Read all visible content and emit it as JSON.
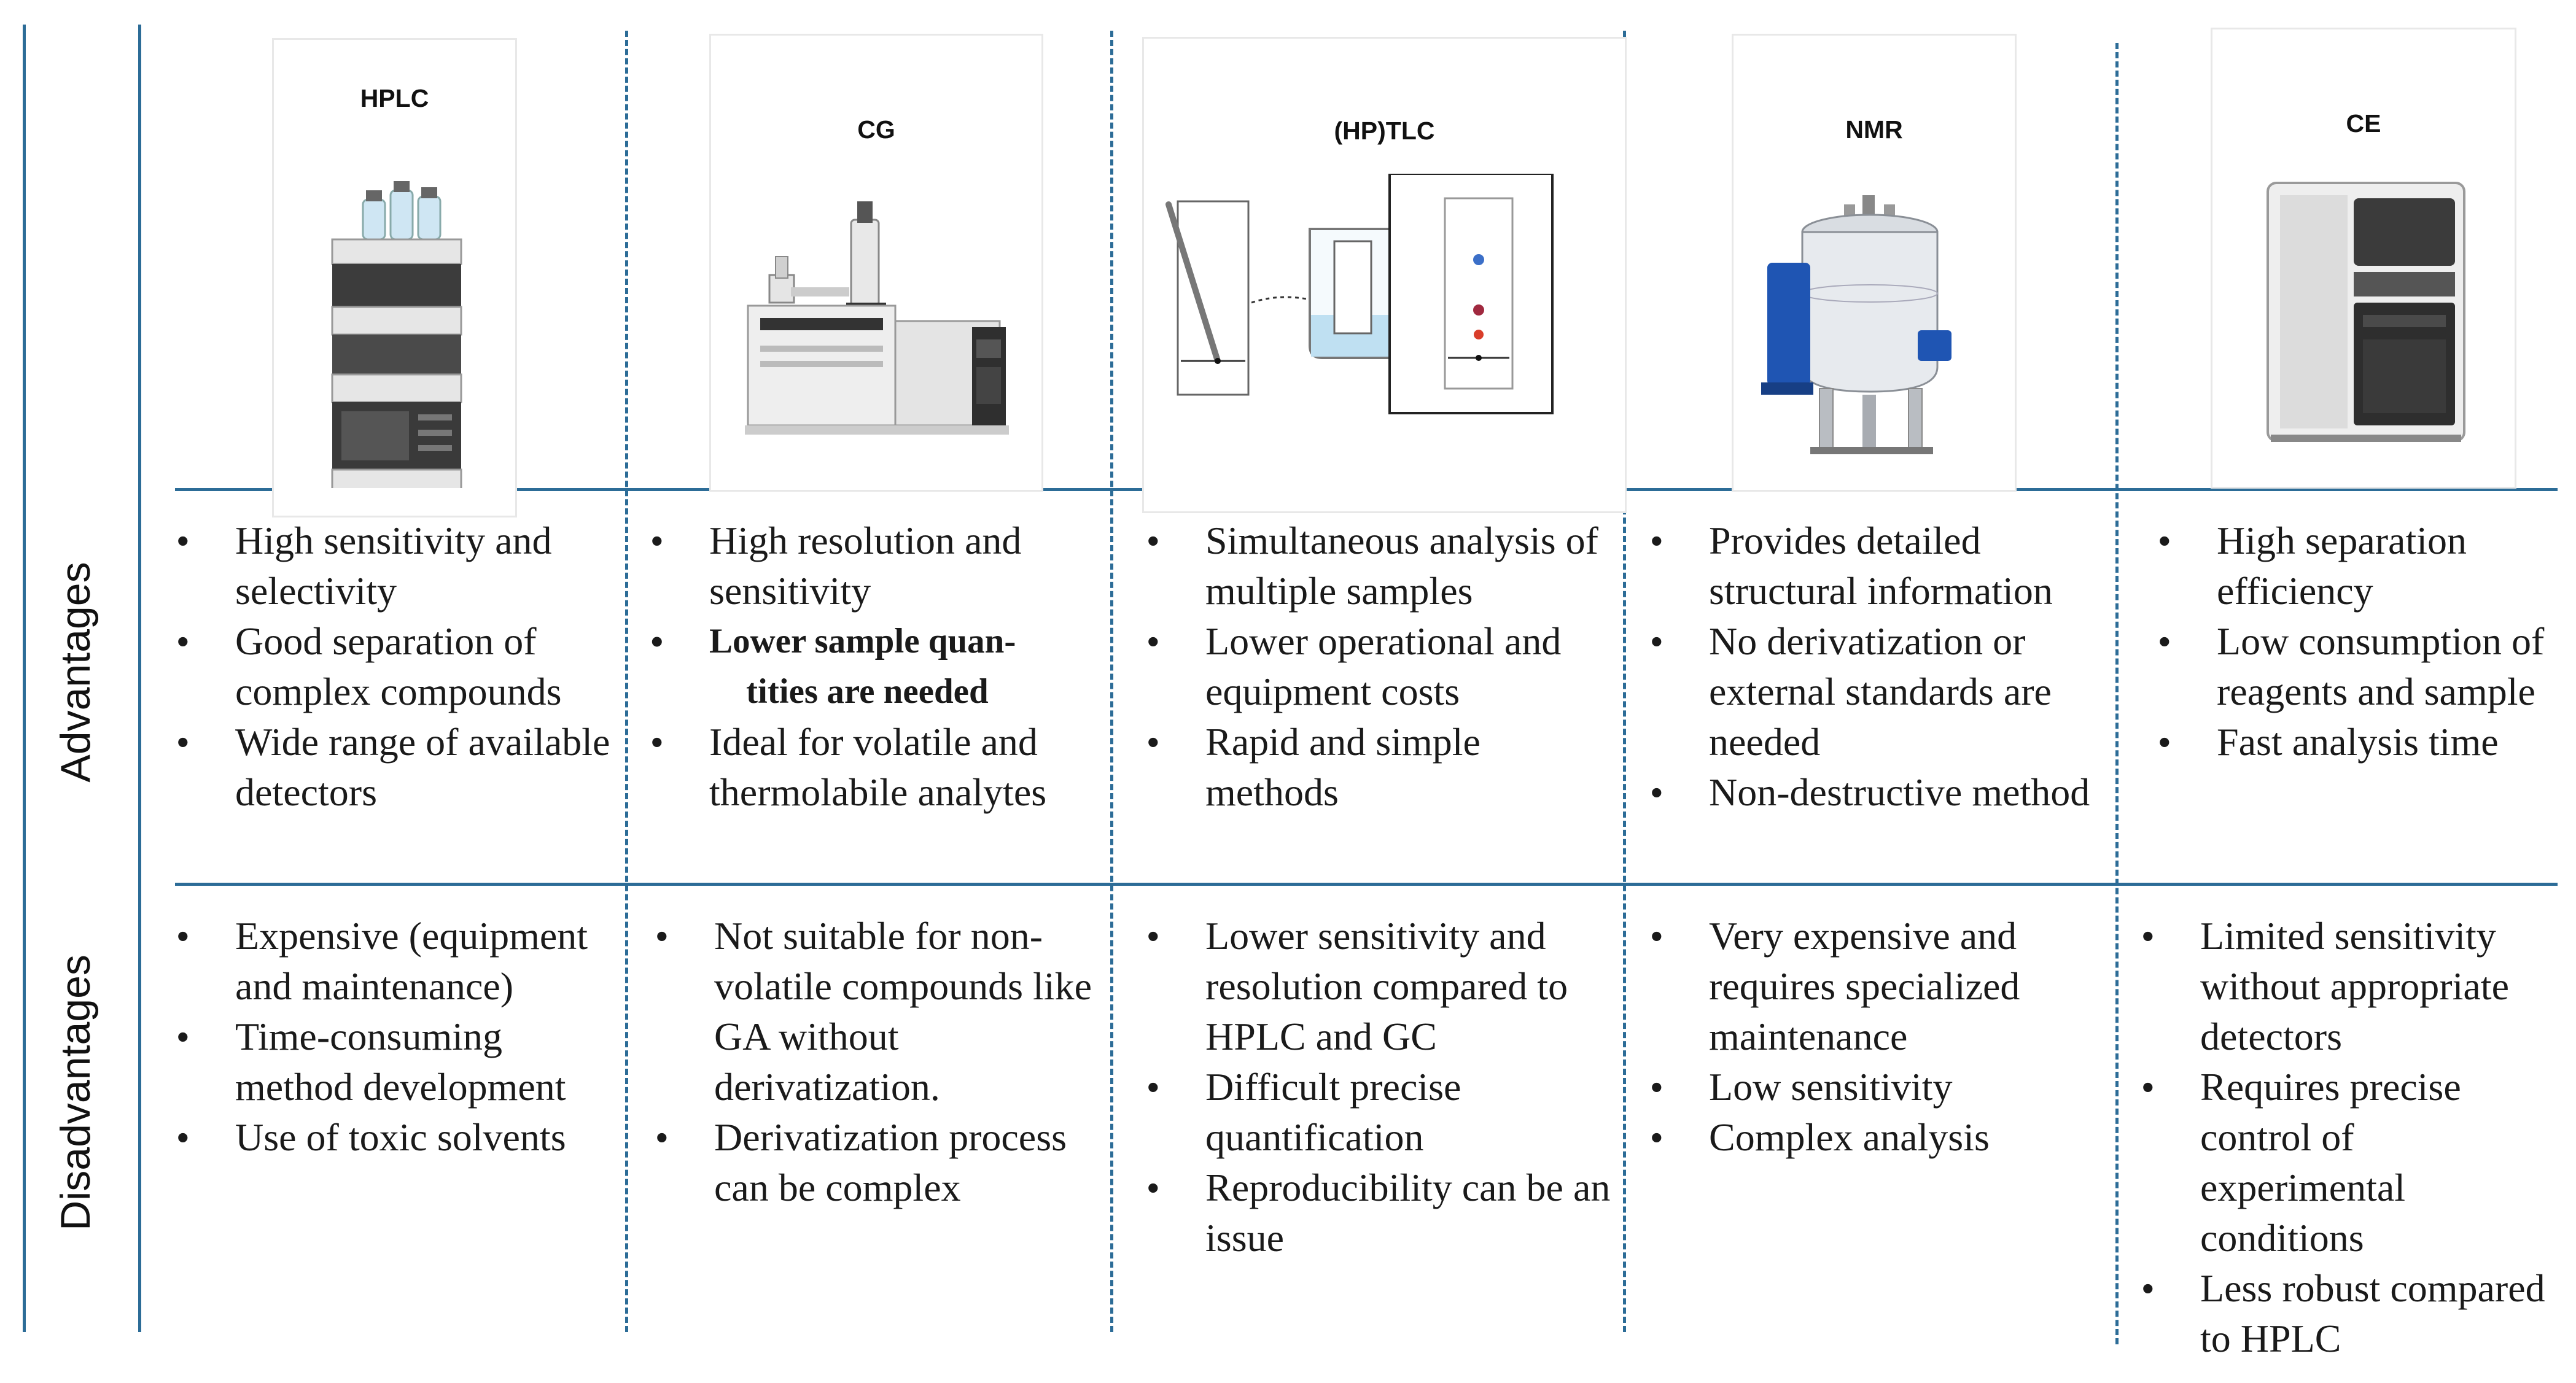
{
  "row_labels": {
    "advantages": "Advantages",
    "disadvantages": "Disadvantages"
  },
  "columns": [
    {
      "title": "HPLC",
      "illustration_icon": "hplc-instrument-icon",
      "advantages": [
        "High sensitivity and selectivity",
        "Good separation of complex compounds",
        "Wide range of available detectors"
      ],
      "disadvantages": [
        "Expensive (equipment and maintenance)",
        "Time-consuming method development",
        "Use of toxic solvents"
      ]
    },
    {
      "title": "CG",
      "illustration_icon": "gas-chromatograph-icon",
      "advantages": [
        "High resolution and sensitivity",
        "Lower sample quan-",
        "tities are needed",
        "Ideal for volatile and thermolabile analytes"
      ],
      "disadvantages": [
        "Not suitable for non-volatile compounds like GA without derivatization.",
        "Derivatization process can be complex"
      ]
    },
    {
      "title": "(HP)TLC",
      "illustration_icon": "tlc-plate-beaker-icon",
      "advantages": [
        "Simultaneous analysis of multiple samples",
        "Lower operational and equipment costs",
        "Rapid and simple methods"
      ],
      "disadvantages": [
        "Lower sensitivity and resolution compared to HPLC and GC",
        "Difficult precise quantification",
        "Reproducibility can be an issue"
      ]
    },
    {
      "title": "NMR",
      "illustration_icon": "nmr-spectrometer-icon",
      "advantages": [
        "Provides detailed structural information",
        "No derivatization or external standards are needed",
        "Non-destructive method"
      ],
      "disadvantages": [
        "Very expensive and requires specialized maintenance",
        "Low sensitivity",
        "Complex analysis"
      ]
    },
    {
      "title": "CE",
      "illustration_icon": "capillary-electrophoresis-icon",
      "advantages": [
        "High separation efficiency",
        "Low consumption of reagents and sample",
        "Fast analysis time"
      ],
      "disadvantages": [
        "Limited sensitivity without appropriate detectors",
        "Requires precise control of experimental conditions",
        "Less robust compared to HPLC"
      ]
    }
  ],
  "colors": {
    "grid_line": "#2c6c97",
    "text": "#1a1a1a"
  }
}
